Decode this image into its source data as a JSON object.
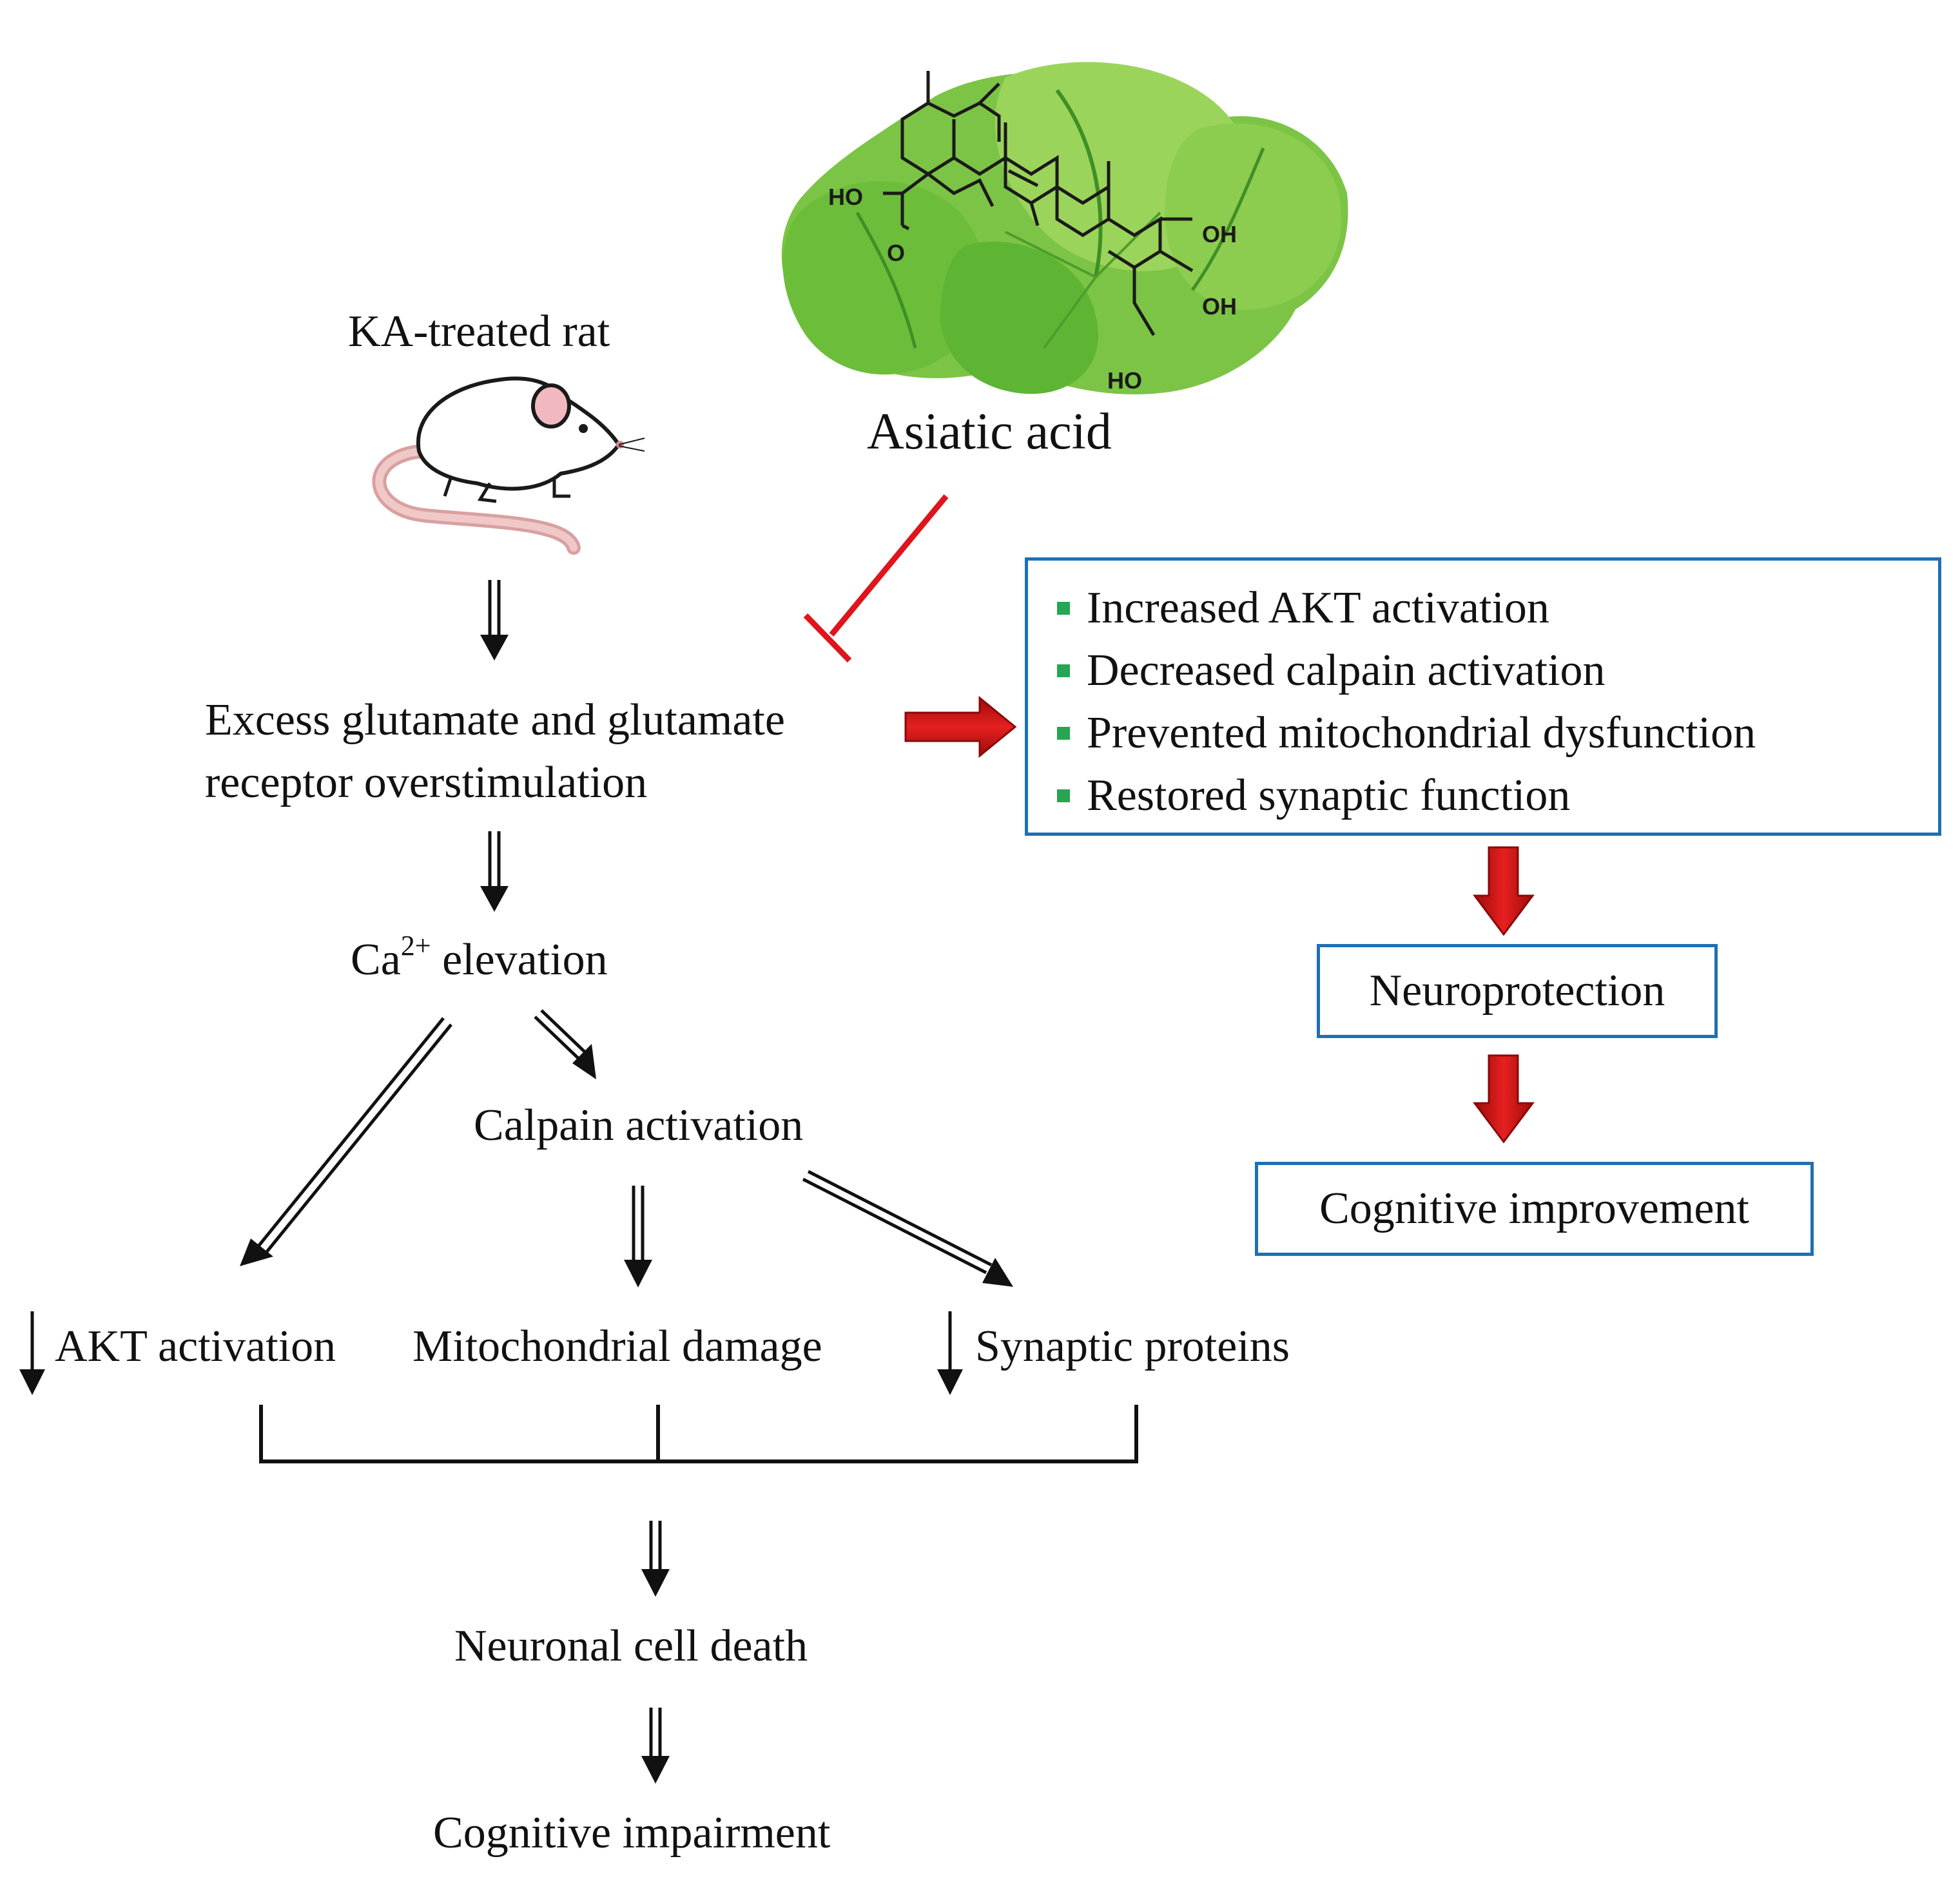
{
  "model": {
    "label": "KA-treated rat"
  },
  "compound": {
    "label": "Asiatic acid",
    "structure_labels": [
      "HO",
      "O",
      "OH",
      "OH",
      "HO"
    ],
    "colors": {
      "leaf_light": "#9bd45a",
      "leaf_mid": "#5eb533",
      "leaf_dark": "#2f7d1f",
      "inhibit": "#e0141c"
    }
  },
  "pathway": {
    "step1": [
      "Excess glutamate and glutamate",
      "receptor overstimulation"
    ],
    "step2": {
      "prefix": "Ca",
      "superscript": "2+",
      "suffix": " elevation"
    },
    "step3": "Calpain activation",
    "outcomes": [
      "AKT activation",
      "Mitochondrial damage",
      "Synaptic proteins"
    ],
    "step4": "Neuronal cell death",
    "step5": "Cognitive impairment"
  },
  "effects": {
    "items": [
      "Increased AKT activation",
      "Decreased calpain activation",
      "Prevented mitochondrial dysfunction",
      "Restored synaptic function"
    ],
    "bullet_color": "#27a552",
    "border_color": "#1f6fb3"
  },
  "results": {
    "neuroprotection": "Neuroprotection",
    "cognitive": "Cognitive improvement"
  },
  "arrow_color": "#cc1010"
}
